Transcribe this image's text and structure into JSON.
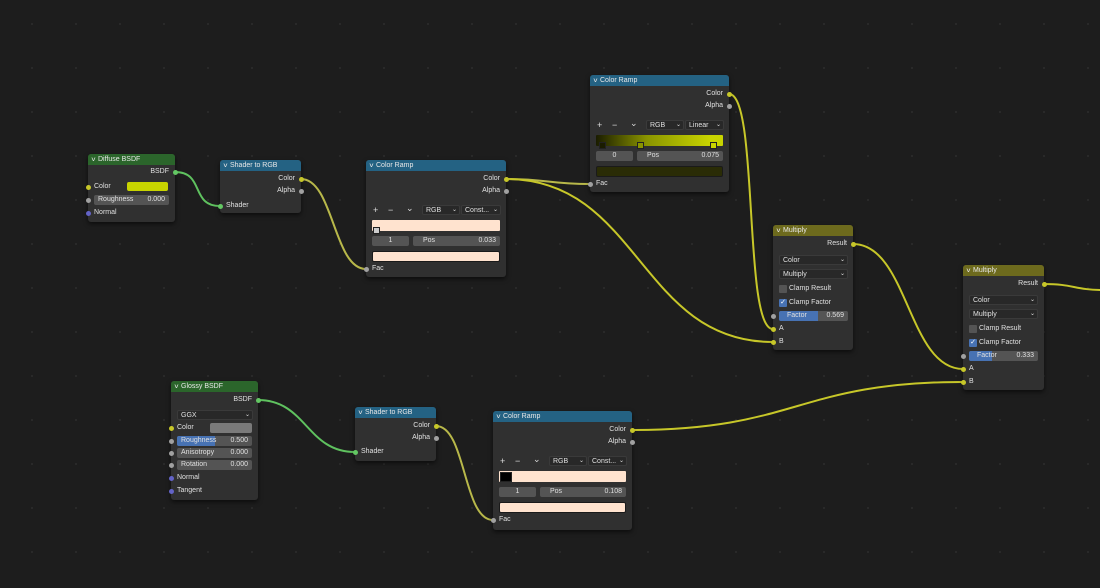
{
  "nodes": {
    "diffuse": {
      "title": "Diffuse BSDF",
      "out": "BSDF",
      "color_label": "Color",
      "color": "#c8d400",
      "roughness_label": "Roughness",
      "roughness": "0.000",
      "normal": "Normal"
    },
    "s2r1": {
      "title": "Shader to RGB",
      "color": "Color",
      "alpha": "Alpha",
      "shader": "Shader"
    },
    "cr1": {
      "title": "Color Ramp",
      "color": "Color",
      "alpha": "Alpha",
      "plus": "+",
      "minus": "−",
      "menu": "⌄",
      "mode": "RGB",
      "interp": "Const...",
      "index": "1",
      "pos_label": "Pos",
      "pos": "0.033",
      "swatch": "#ffe3cf",
      "fac": "Fac"
    },
    "crtop": {
      "title": "Color Ramp",
      "color": "Color",
      "alpha": "Alpha",
      "plus": "+",
      "minus": "−",
      "menu": "⌄",
      "mode": "RGB",
      "interp": "Linear",
      "index": "0",
      "pos_label": "Pos",
      "pos": "0.075",
      "swatch": "#2a2c06",
      "fac": "Fac"
    },
    "mul1": {
      "title": "Multiply",
      "result": "Result",
      "type": "Color",
      "blend": "Multiply",
      "clamp_result": "Clamp Result",
      "clamp_factor": "Clamp Factor",
      "clamp_result_on": false,
      "clamp_factor_on": true,
      "factor_label": "Factor",
      "factor": "0.569",
      "factor_value": 0.569,
      "a": "A",
      "b": "B"
    },
    "mul2": {
      "title": "Multiply",
      "result": "Result",
      "type": "Color",
      "blend": "Multiply",
      "clamp_result": "Clamp Result",
      "clamp_factor": "Clamp Factor",
      "clamp_result_on": false,
      "clamp_factor_on": true,
      "factor_label": "Factor",
      "factor": "0.333",
      "factor_value": 0.333,
      "a": "A",
      "b": "B"
    },
    "glossy": {
      "title": "Glossy BSDF",
      "out": "BSDF",
      "distribution": "GGX",
      "color_label": "Color",
      "color": "#7a7a7a",
      "roughness_label": "Roughness",
      "roughness": "0.500",
      "roughness_value": 0.5,
      "anisotropy_label": "Anisotropy",
      "anisotropy": "0.000",
      "rotation_label": "Rotation",
      "rotation": "0.000",
      "normal": "Normal",
      "tangent": "Tangent"
    },
    "s2r2": {
      "title": "Shader to RGB",
      "color": "Color",
      "alpha": "Alpha",
      "shader": "Shader"
    },
    "cr3": {
      "title": "Color Ramp",
      "color": "Color",
      "alpha": "Alpha",
      "plus": "+",
      "minus": "−",
      "menu": "⌄",
      "mode": "RGB",
      "interp": "Const...",
      "index": "1",
      "pos_label": "Pos",
      "pos": "0.108",
      "swatch": "#ffe3cf",
      "fac": "Fac"
    }
  },
  "links": [
    {
      "from": "diffuse-bsdf",
      "to": "s2r1-shader",
      "color": "#5fc25f"
    },
    {
      "from": "s2r1-color",
      "to": "cr1-fac",
      "color": "#b8b84a"
    },
    {
      "from": "cr1-color",
      "to": "crtop-fac",
      "color": "#b8b84a"
    },
    {
      "from": "cr1-color",
      "to": "mul1-b",
      "color": "#c7c729"
    },
    {
      "from": "crtop-color",
      "to": "mul1-a",
      "color": "#c7c729"
    },
    {
      "from": "mul1-result",
      "to": "mul2-a",
      "color": "#c7c729"
    },
    {
      "from": "cr3-color",
      "to": "mul2-b",
      "color": "#c7c729"
    },
    {
      "from": "mul2-result",
      "to": "offscreen",
      "color": "#c7c729"
    },
    {
      "from": "glossy-bsdf",
      "to": "s2r2-shader",
      "color": "#5fc25f"
    },
    {
      "from": "s2r2-color",
      "to": "cr3-fac",
      "color": "#b8b84a"
    }
  ],
  "colors": {
    "shader_header": "#2b652b",
    "converter_header": "#246283",
    "color_header": "#6d6a1d"
  }
}
